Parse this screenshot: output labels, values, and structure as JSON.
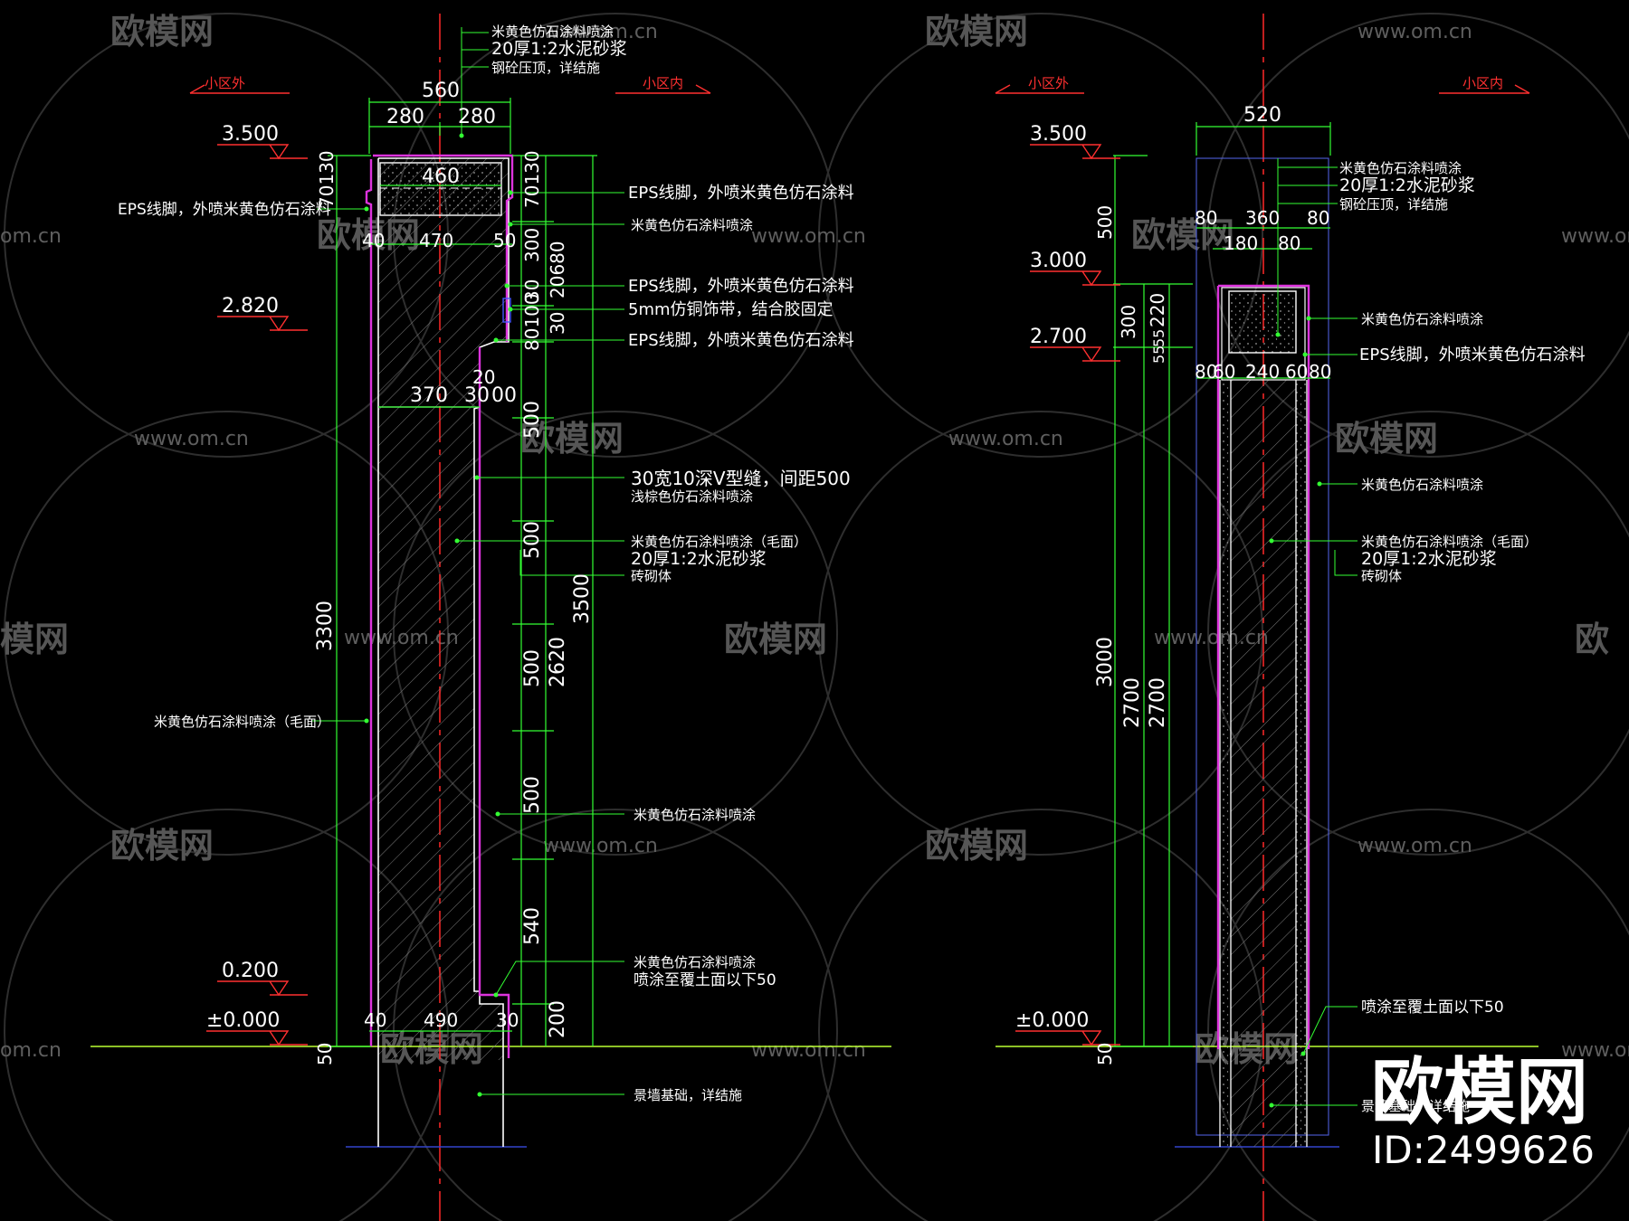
{
  "colors": {
    "background": "#000000",
    "dimension": "#33ff33",
    "annotation": "#ffffff",
    "level": "#ff3030",
    "outline": "#ffffff",
    "finish": "#dd33dd",
    "centerline": "#ff2828",
    "hatch": "#888888",
    "ground": "#bbff33",
    "footing": "#3344cc",
    "watermark": "#5a5a5a",
    "blue_outline": "#4455ff"
  },
  "watermark": {
    "brand": "欧模网",
    "url": "www.om.cn",
    "url_short": "om.cn",
    "brand_partial": "模网",
    "brand_partial2": "欧",
    "logo_big": "欧模网",
    "logo_id": "ID:2499626"
  },
  "left": {
    "side_outside": "小区外",
    "side_inside": "小区内",
    "levels": [
      "3.500",
      "2.820",
      "0.200",
      "±0.000"
    ],
    "top_notes": [
      "米黄色仿石涂料喷涂",
      "20厚1:2水泥砂浆",
      "钢砼压顶，详结施"
    ],
    "dims_top": [
      "560",
      "280",
      "280",
      "460",
      "40",
      "470",
      "50",
      "370",
      "30",
      "00",
      "20",
      "40",
      "490",
      "30"
    ],
    "dims_vertical": [
      "70130",
      "70130",
      "300",
      "20680",
      "30",
      "80100",
      "30",
      "3300",
      "500",
      "500",
      "500",
      "500",
      "540",
      "200",
      "2620",
      "3500",
      "50"
    ],
    "notes": [
      "EPS线脚，外喷米黄色仿石涂料",
      "EPS线脚，外喷米黄色仿石涂料",
      "米黄色仿石涂料喷涂",
      "EPS线脚，外喷米黄色仿石涂料",
      "5mm仿铜饰带，结合胶固定",
      "EPS线脚，外喷米黄色仿石涂料",
      "30宽10深V型缝，间距500",
      "浅棕色仿石涂料喷涂",
      "米黄色仿石涂料喷涂（毛面）",
      "20厚1:2水泥砂浆",
      "砖砌体",
      "米黄色仿石涂料喷涂（毛面）",
      "米黄色仿石涂料喷涂",
      "米黄色仿石涂料喷涂",
      "喷涂至覆土面以下50",
      "景墙基础，详结施"
    ]
  },
  "right": {
    "side_outside": "小区外",
    "side_inside": "小区内",
    "levels": [
      "3.500",
      "3.000",
      "2.700",
      "±0.000"
    ],
    "top_notes": [
      "米黄色仿石涂料喷涂",
      "20厚1:2水泥砂浆",
      "钢砼压顶，详结施"
    ],
    "dims_top": [
      "520",
      "80",
      "360",
      "80",
      "180",
      "80",
      "80",
      "60",
      "240",
      "60",
      "80"
    ],
    "dims_vertical": [
      "500",
      "300",
      "220",
      "55",
      "55",
      "3000",
      "2700",
      "2700",
      "50"
    ],
    "notes": [
      "米黄色仿石涂料喷涂",
      "EPS线脚，外喷米黄色仿石涂料",
      "米黄色仿石涂料喷涂",
      "米黄色仿石涂料喷涂（毛面）",
      "20厚1:2水泥砂浆",
      "砖砌体",
      "喷涂至覆土面以下50",
      "景墙基础，详结施"
    ]
  }
}
